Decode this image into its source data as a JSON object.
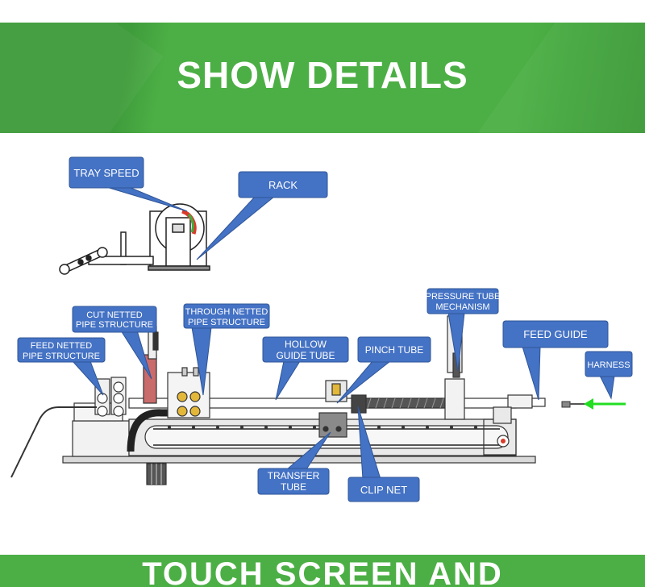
{
  "header": {
    "title": "SHOW DETAILS"
  },
  "footer": {
    "partial_title": "TOUCH SCREEN AND"
  },
  "colors": {
    "banner": "#4caf45",
    "callout": "#4472c4",
    "callout_border": "#2f5597",
    "arrow": "#22dd22"
  },
  "callouts": {
    "tray_speed": "TRAY SPEED",
    "rack": "RACK",
    "cut_netted_1": "CUT NETTED",
    "cut_netted_2": "PIPE STRUCTURE",
    "through_netted_1": "THROUGH NETTED",
    "through_netted_2": "PIPE STRUCTURE",
    "feed_netted_1": "FEED NETTED",
    "feed_netted_2": "PIPE STRUCTURE",
    "hollow_1": "HOLLOW",
    "hollow_2": "GUIDE TUBE",
    "pinch_tube": "PINCH TUBE",
    "pressure_1": "PRESSURE TUBE",
    "pressure_2": "MECHANISM",
    "feed_guide": "FEED GUIDE",
    "harness": "HARNESS",
    "transfer_1": "TRANSFER",
    "transfer_2": "TUBE",
    "clip_net": "CLIP NET"
  }
}
